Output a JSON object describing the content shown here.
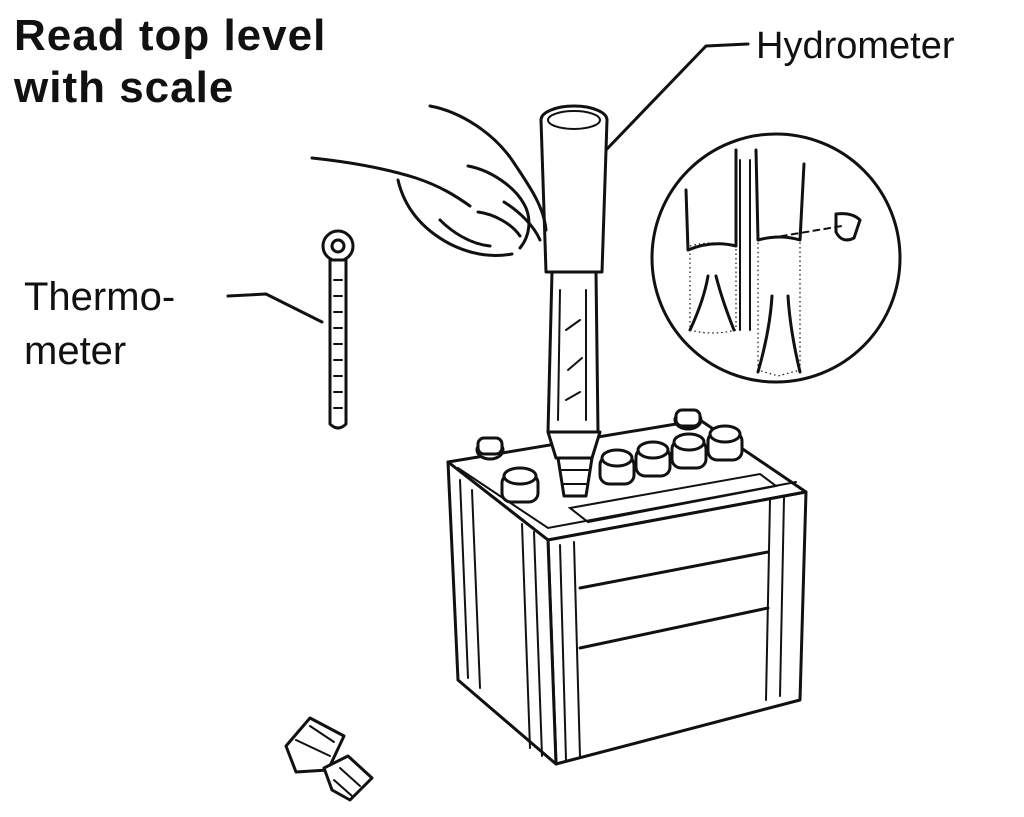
{
  "instruction": {
    "line1": "Read top level",
    "line2": "with scale"
  },
  "labels": {
    "hydrometer": "Hydrometer",
    "thermometer_line1": "Thermo-",
    "thermometer_line2": "meter"
  },
  "colors": {
    "ink": "#111111",
    "background": "#ffffff"
  }
}
